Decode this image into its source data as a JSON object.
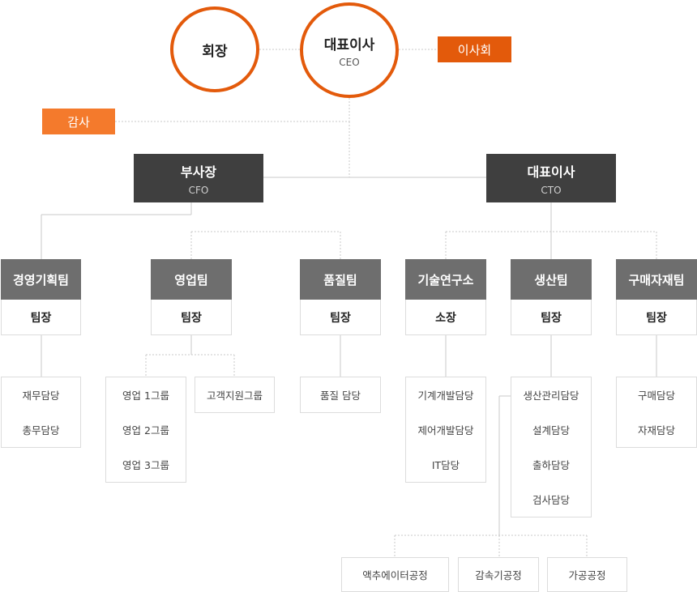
{
  "top": {
    "chairman": "회장",
    "ceo": {
      "name": "대표이사",
      "sub": "CEO"
    },
    "board": "이사회",
    "audit": "감사"
  },
  "executives": {
    "cfo": {
      "name": "부사장",
      "sub": "CFO"
    },
    "cto": {
      "name": "대표이사",
      "sub": "CTO"
    }
  },
  "teams": [
    {
      "name": "경영기획팀",
      "lead": "팀장",
      "tasks": [
        "재무담당",
        "총무담당"
      ]
    },
    {
      "name": "영업팀",
      "lead": "팀장",
      "tasks": [
        "영업 1그룹",
        "영업 2그룹",
        "영업 3그룹"
      ],
      "extra_task": "고객지원그룹"
    },
    {
      "name": "품질팀",
      "lead": "팀장",
      "tasks": [
        "품질 담당"
      ]
    },
    {
      "name": "기술연구소",
      "lead": "소장",
      "tasks": [
        "기계개발담당",
        "제어개발담당",
        "IT담당"
      ]
    },
    {
      "name": "생산팀",
      "lead": "팀장",
      "tasks": [
        "생산관리담당",
        "설계담당",
        "출하담당",
        "검사담당"
      ]
    },
    {
      "name": "구매자재팀",
      "lead": "팀장",
      "tasks": [
        "구매담당",
        "자재담당"
      ]
    }
  ],
  "processes": [
    "액추에이터공정",
    "감속기공정",
    "가공공정"
  ],
  "colors": {
    "accent": "#e35a0b",
    "audit": "#f47a2c",
    "dark": "#3f3f3f",
    "team": "#6e6e6e",
    "line": "#c8c8c8"
  }
}
